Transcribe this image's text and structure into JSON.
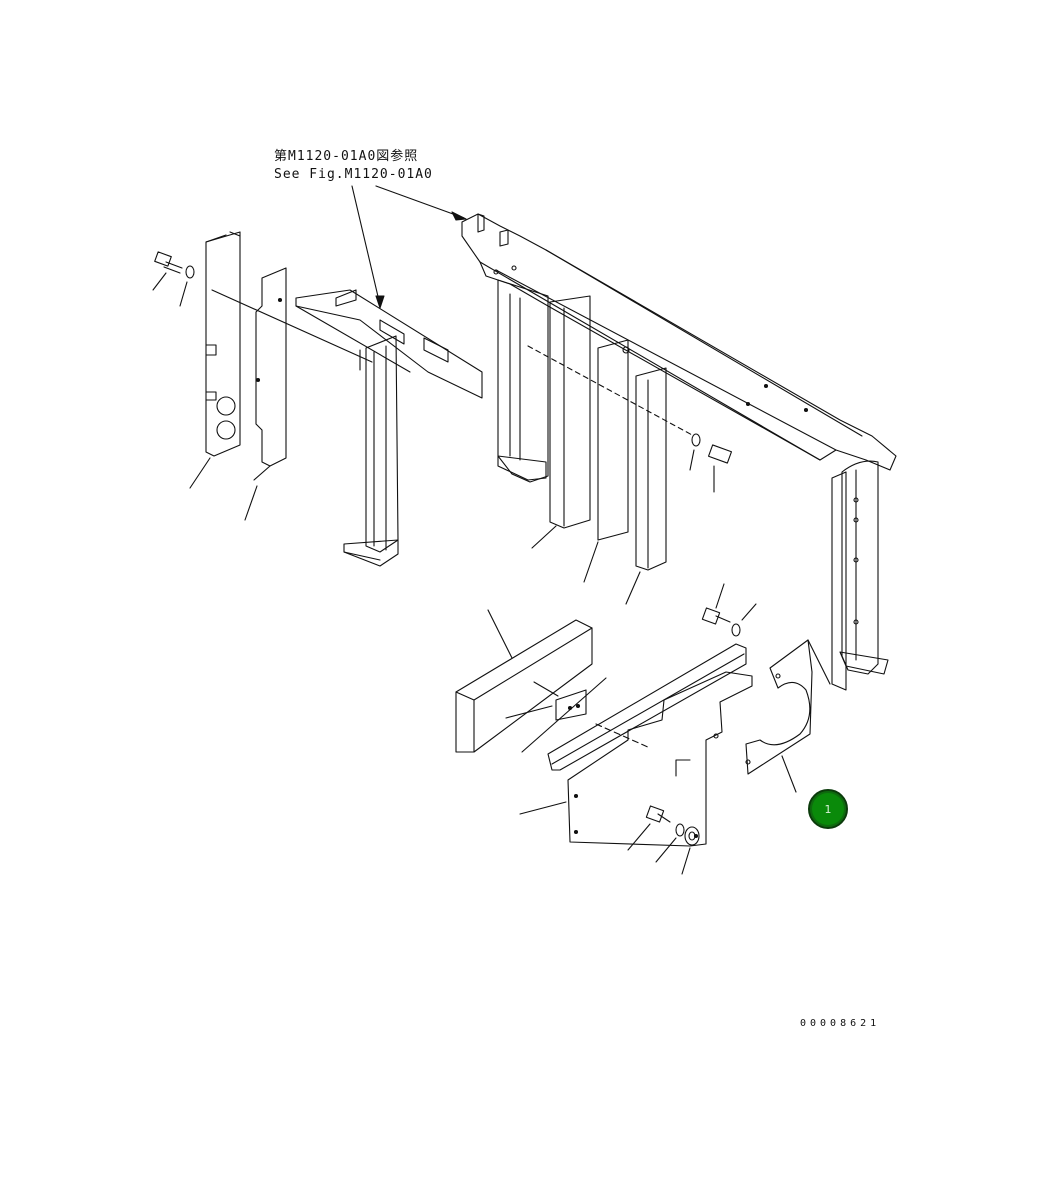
{
  "reference_note": {
    "line1": "第M1120-01A0図参照",
    "line2": "See Fig.M1120-01A0"
  },
  "callout": {
    "label": "1",
    "color": "#0a8a0a"
  },
  "drawing_number": "00008621"
}
